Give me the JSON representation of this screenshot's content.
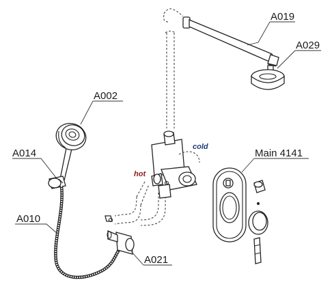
{
  "labels": {
    "shower_arm": "A019",
    "overhead_shower": "A029",
    "hand_shower": "A002",
    "holder": "A014",
    "hose": "A010",
    "wall_outlet": "A021",
    "main_unit": "Main 4141"
  },
  "inlet_tags": {
    "hot": "hot",
    "cold": "cold"
  },
  "colors": {
    "hot": "#8b1a1a",
    "cold": "#1f3a78",
    "line": "#222222"
  }
}
